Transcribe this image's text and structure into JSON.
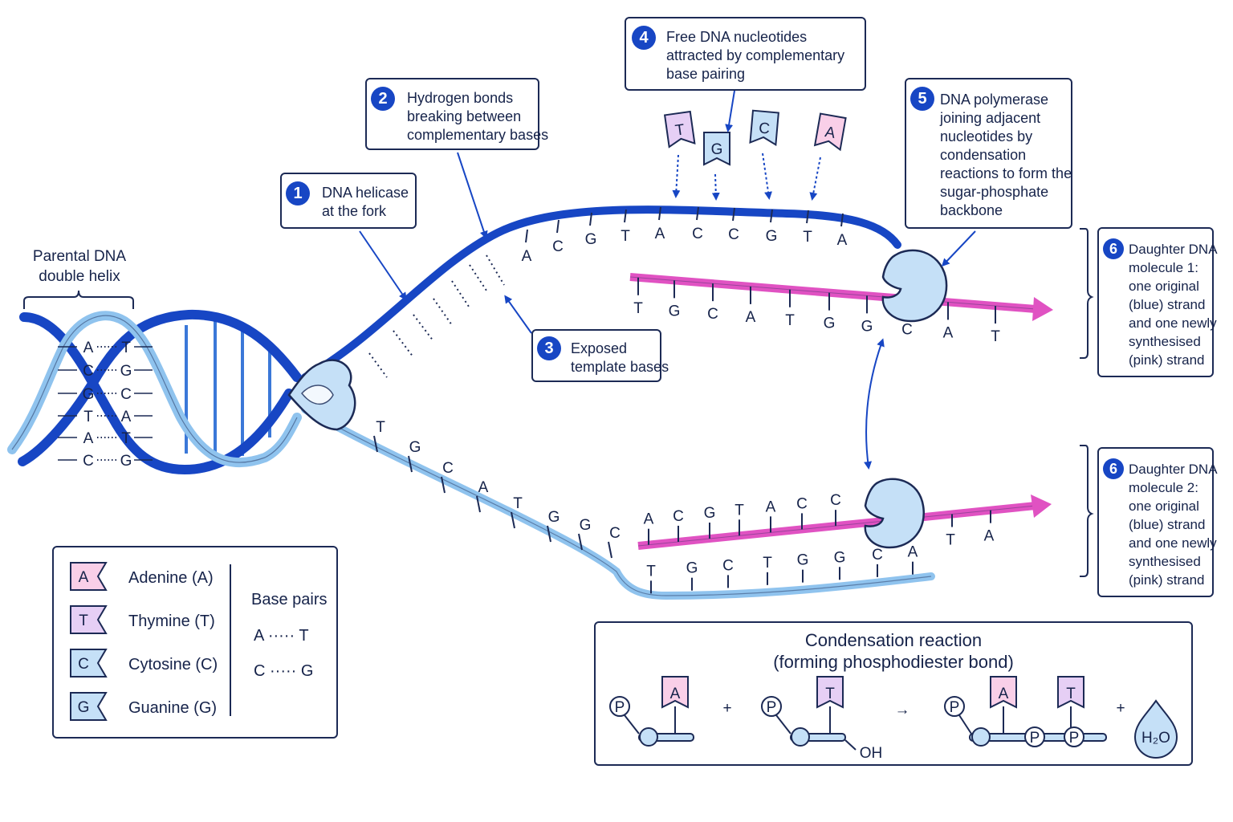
{
  "title": {
    "parental_line1": "Parental DNA",
    "parental_line2": "double helix"
  },
  "helix_pairs": [
    {
      "left": "A",
      "right": "T"
    },
    {
      "left": "C",
      "right": "G"
    },
    {
      "left": "G",
      "right": "C"
    },
    {
      "left": "T",
      "right": "A"
    },
    {
      "left": "A",
      "right": "T"
    },
    {
      "left": "C",
      "right": "G"
    }
  ],
  "callouts": {
    "c1": {
      "num": "1",
      "lines": [
        "DNA helicase",
        "at the fork"
      ]
    },
    "c2": {
      "num": "2",
      "lines": [
        "Hydrogen bonds",
        "breaking between",
        "complementary bases"
      ]
    },
    "c3": {
      "num": "3",
      "lines": [
        "Exposed",
        "template bases"
      ]
    },
    "c4": {
      "num": "4",
      "lines": [
        "Free DNA nucleotides",
        "attracted by complementary",
        "base pairing"
      ]
    },
    "c5": {
      "num": "5",
      "lines": [
        "DNA polymerase",
        "joining adjacent",
        "nucleotides by",
        "condensation",
        "reactions to form the",
        "sugar-phosphate",
        "backbone"
      ]
    },
    "c6a": {
      "num": "6",
      "lines": [
        "Daughter DNA",
        "molecule 1:",
        "one original",
        "(blue) strand",
        "and one newly",
        "synthesised",
        "(pink) strand"
      ]
    },
    "c6b": {
      "num": "6",
      "lines": [
        "Daughter DNA",
        "molecule 2:",
        "one original",
        "(blue) strand",
        "and one newly",
        "synthesised",
        "(pink) strand"
      ]
    }
  },
  "free_nucleotides": [
    "T",
    "G",
    "C",
    "A"
  ],
  "top_template_bases": [
    "A",
    "C",
    "G",
    "T",
    "A",
    "C",
    "C",
    "G",
    "T",
    "A"
  ],
  "top_new_bases": [
    "T",
    "G",
    "C",
    "A",
    "T",
    "G",
    "G",
    "C",
    "A",
    "T"
  ],
  "bottom_template_bases": [
    "T",
    "G",
    "C",
    "A",
    "T",
    "G",
    "G",
    "C"
  ],
  "bottom_new_bases": [
    "A",
    "C",
    "G",
    "T",
    "A",
    "C",
    "C"
  ],
  "bottom_new_ahead_bases": [
    "T",
    "A"
  ],
  "bottom_lower_bases": [
    "T",
    "G",
    "C",
    "T",
    "G",
    "G",
    "C",
    "A"
  ],
  "legend": {
    "items": [
      {
        "letter": "A",
        "name": "Adenine (A)",
        "color": "#f9cfe8"
      },
      {
        "letter": "T",
        "name": "Thymine (T)",
        "color": "#e6cff5"
      },
      {
        "letter": "C",
        "name": "Cytosine (C)",
        "color": "#c5e0f7"
      },
      {
        "letter": "G",
        "name": "Guanine (G)",
        "color": "#c5e0f7"
      }
    ],
    "pairs_heading": "Base pairs",
    "pairs": [
      {
        "left": "A",
        "dots": "·····",
        "right": "T"
      },
      {
        "left": "C",
        "dots": "·····",
        "right": "G"
      }
    ]
  },
  "condensation": {
    "title_line1": "Condensation reaction",
    "title_line2": "(forming phosphodiester bond)",
    "phosphate": "P",
    "base1": "A",
    "base2": "T",
    "plus": "+",
    "arrow": "→",
    "oh": "OH",
    "water": "H₂O"
  },
  "colors": {
    "original_strand": "#1746c4",
    "light_strand": "#8fc3ee",
    "new_strand": "#e052c2",
    "enzyme": "#c5e0f7",
    "number_badge": "#1746c4",
    "outline": "#1c2a55"
  }
}
